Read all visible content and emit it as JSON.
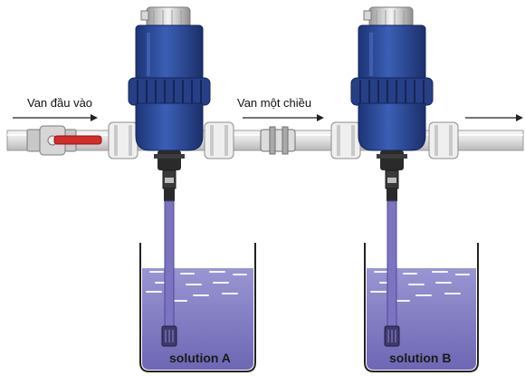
{
  "labels": {
    "inlet_valve": "Van đầu vào",
    "check_valve": "Van một chiều",
    "solution_a": "solution A",
    "solution_b": "solution B"
  },
  "colors": {
    "pump_body": "#2f4e9c",
    "pump_dark": "#1c3170",
    "pipe": "#e6e6e6",
    "handle": "#d42b2b",
    "liquid": "#8a86c6",
    "tube": "#7c74c0"
  }
}
